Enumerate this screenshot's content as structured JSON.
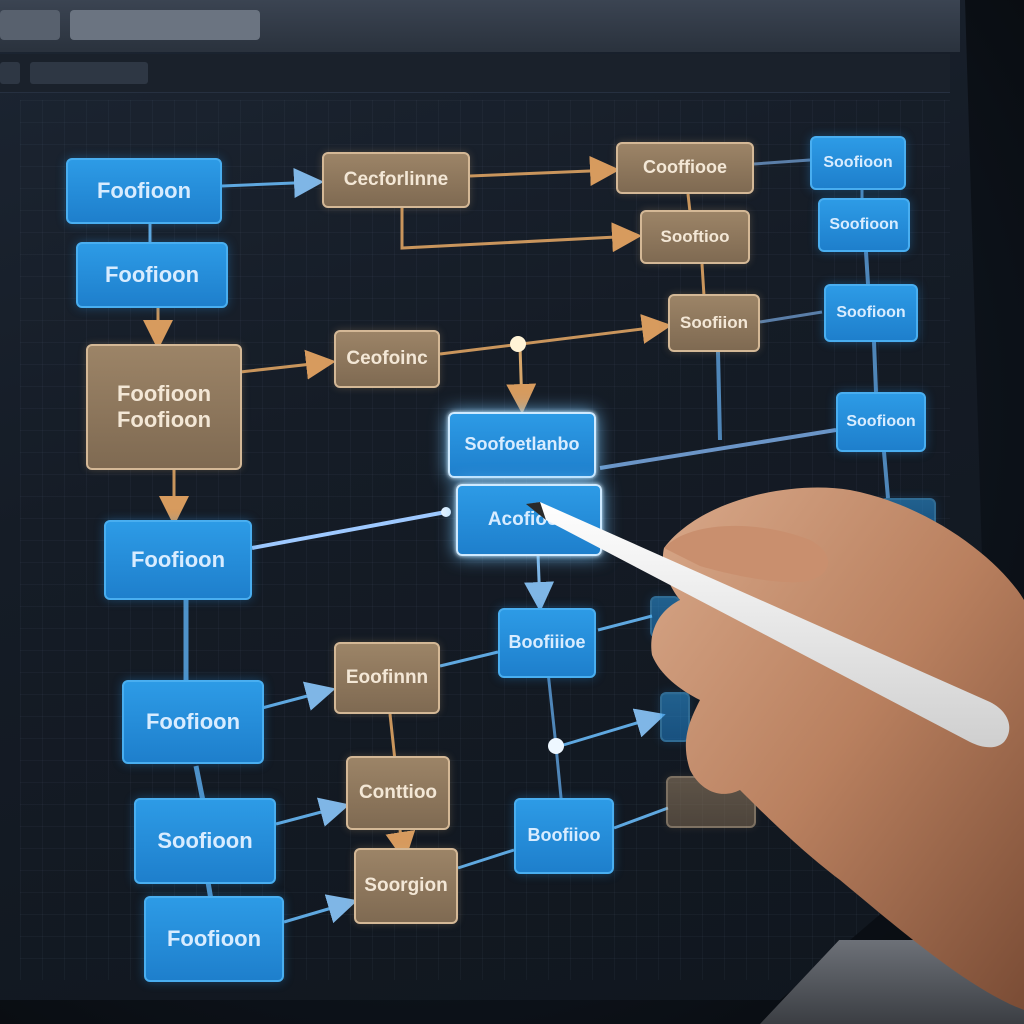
{
  "colors": {
    "blue_node": "#2d9be6",
    "tan_node": "#9c8467",
    "link_blue": "#5fa8e0",
    "link_tan": "#c9955c",
    "background": "#151c26"
  },
  "diagram": {
    "nodes": [
      {
        "key": "n1",
        "label": "Foofioon",
        "style": "blue"
      },
      {
        "key": "n2",
        "label": "Foofioon",
        "style": "blue"
      },
      {
        "key": "n3",
        "label": "Foofioon Foofioon",
        "style": "tan"
      },
      {
        "key": "n4",
        "label": "Foofioon",
        "style": "blue"
      },
      {
        "key": "n5",
        "label": "Foofioon",
        "style": "blue"
      },
      {
        "key": "n6",
        "label": "Soofioon",
        "style": "blue"
      },
      {
        "key": "n7",
        "label": "Foofioon",
        "style": "blue"
      },
      {
        "key": "t1",
        "label": "Cecforlinne",
        "style": "tan"
      },
      {
        "key": "t2",
        "label": "Ceofoinc",
        "style": "tan"
      },
      {
        "key": "t3",
        "label": "Eoofinnn",
        "style": "tan"
      },
      {
        "key": "t4",
        "label": "Conttioo",
        "style": "tan"
      },
      {
        "key": "t5",
        "label": "Soorgion",
        "style": "tan"
      },
      {
        "key": "c1",
        "label": "Soofoetlanbo",
        "style": "blue"
      },
      {
        "key": "c2",
        "label": "Acofioon",
        "style": "blue"
      },
      {
        "key": "c3",
        "label": "Boofiiioe",
        "style": "blue"
      },
      {
        "key": "c4",
        "label": "Boofiioo",
        "style": "blue"
      },
      {
        "key": "r1",
        "label": "Cooffiooe",
        "style": "tan"
      },
      {
        "key": "r2",
        "label": "Sooftioo",
        "style": "tan"
      },
      {
        "key": "r3",
        "label": "Soofiion",
        "style": "tan"
      },
      {
        "key": "b1",
        "label": "Soofioon",
        "style": "blue"
      },
      {
        "key": "b2",
        "label": "Soofioon",
        "style": "blue"
      },
      {
        "key": "b3",
        "label": "Soofioon",
        "style": "blue"
      },
      {
        "key": "b4",
        "label": "Soofioon",
        "style": "blue"
      }
    ]
  }
}
